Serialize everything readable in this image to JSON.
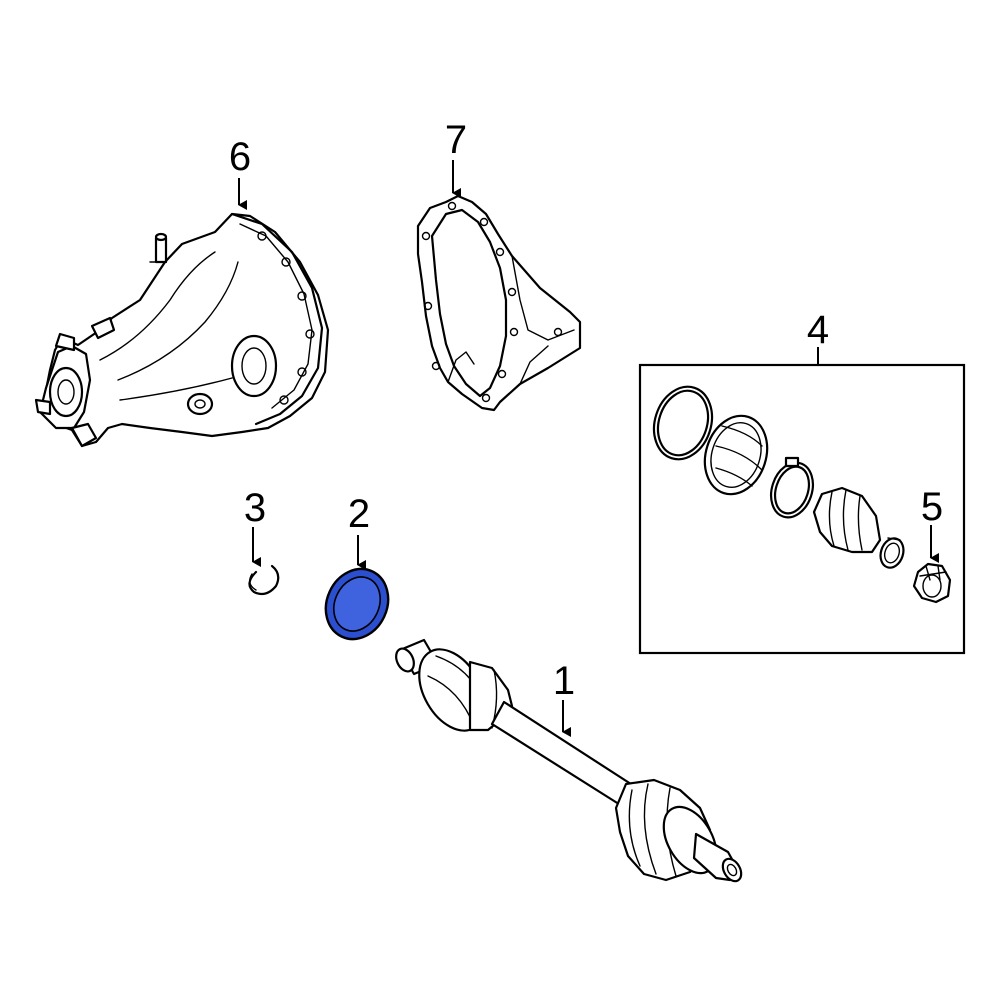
{
  "callouts": {
    "c1": "1",
    "c2": "2",
    "c3": "3",
    "c4": "4",
    "c5": "5",
    "c6": "6",
    "c7": "7"
  },
  "colors": {
    "highlight_fill": "#2b4fcf",
    "highlight_inner": "#3f63df",
    "line": "#000000",
    "background": "#ffffff"
  }
}
